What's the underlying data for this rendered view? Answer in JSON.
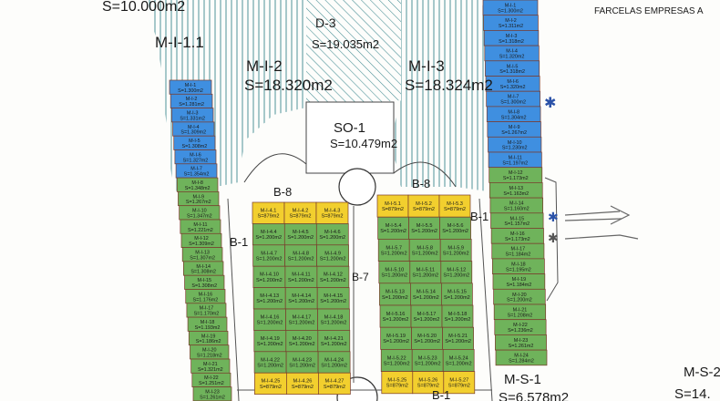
{
  "header": {
    "legend_title": "FARCELAS EMPRESAS A"
  },
  "colors": {
    "industrial_blue": "#3f8fe0",
    "plot_green": "#6fb35b",
    "corner_yellow": "#f2cf2e",
    "hatch_line": "#2f7f86",
    "road_outline": "#555555",
    "plot_border": "#7a3b2c"
  },
  "zones": {
    "top_area": "S=10.000m2",
    "mi11": "M-I-1.1",
    "d3_name": "D-3",
    "d3_area": "S=19.035m2",
    "mi2_name": "M-I-2",
    "mi2_area": "S=18.320m2",
    "mi3_name": "M-I-3",
    "mi3_area": "S=18.324m2",
    "so1_name": "SO-1",
    "so1_area": "S=10.479m2",
    "ms1_name": "M-S-1",
    "ms1_area": "S=6.578m2",
    "ms2_name": "M-S-2",
    "ms2_area": "S=14."
  },
  "roads": {
    "b8_left": "B-8",
    "b8_right": "B-8",
    "b1_left": "B-1",
    "b1_right": "B-1",
    "b7": "B-7",
    "b1_bottom": "B-1"
  },
  "left_strip": [
    {
      "t": "M-I-1",
      "s": "S=1.300m2"
    },
    {
      "t": "M-I-2",
      "s": "S=1.281m2"
    },
    {
      "t": "M-I-3",
      "s": "S=1.331m2"
    },
    {
      "t": "M-I-4",
      "s": "S=1.309m2"
    },
    {
      "t": "M-I-5",
      "s": "S=1.308m2"
    },
    {
      "t": "M-I-6",
      "s": "S=1.327m2"
    },
    {
      "t": "M-I-7",
      "s": "S=1.354m2"
    },
    {
      "t": "M-I-8",
      "s": "S=1.348m2"
    },
    {
      "t": "M-I-9",
      "s": "S=1.267m2"
    },
    {
      "t": "M-I-10",
      "s": "S=1.347m2"
    },
    {
      "t": "M-I-11",
      "s": "S=1.221m2"
    },
    {
      "t": "M-I-12",
      "s": "S=1.309m2"
    },
    {
      "t": "M-I-13",
      "s": "S=1.307m2"
    },
    {
      "t": "M-I-14",
      "s": "S=1.308m2"
    },
    {
      "t": "M-I-15",
      "s": "S=1.308m2"
    },
    {
      "t": "M-I-16",
      "s": "S=1.176m2"
    },
    {
      "t": "M-I-17",
      "s": "S=1.170m2"
    },
    {
      "t": "M-I-18",
      "s": "S=1.193m2"
    },
    {
      "t": "M-I-19",
      "s": "S=1.186m2"
    },
    {
      "t": "M-I-20",
      "s": "S=1.218m2"
    },
    {
      "t": "M-I-21",
      "s": "S=1.321m2"
    },
    {
      "t": "M-I-22",
      "s": "S=1.251m2"
    },
    {
      "t": "M-I-23",
      "s": "S=1.261m2"
    }
  ],
  "right_strip": [
    {
      "t": "M-I-1",
      "s": "S=1.300m2"
    },
    {
      "t": "M-I-2",
      "s": "S=1.311m2"
    },
    {
      "t": "M-I-3",
      "s": "S=1.318m2"
    },
    {
      "t": "M-I-4",
      "s": "S=1.320m2"
    },
    {
      "t": "M-I-5",
      "s": "S=1.318m2"
    },
    {
      "t": "M-I-6",
      "s": "S=1.320m2"
    },
    {
      "t": "M-I-7",
      "s": "S=1.300m2"
    },
    {
      "t": "M-I-8",
      "s": "S=1.304m2"
    },
    {
      "t": "M-I-9",
      "s": "S=1.267m2"
    },
    {
      "t": "M-I-10",
      "s": "S=1.230m2"
    },
    {
      "t": "M-I-11",
      "s": "S=1.197m2"
    },
    {
      "t": "M-I-12",
      "s": "S=1.173m2"
    },
    {
      "t": "M-I-13",
      "s": "S=1.163m2"
    },
    {
      "t": "M-I-14",
      "s": "S=1.160m2"
    },
    {
      "t": "M-I-15",
      "s": "S=1.157m2"
    },
    {
      "t": "M-I-16",
      "s": "S=1.173m2"
    },
    {
      "t": "M-I-17",
      "s": "S=1.184m2"
    },
    {
      "t": "M-I-18",
      "s": "S=1.195m2"
    },
    {
      "t": "M-I-19",
      "s": "S=1.184m2"
    },
    {
      "t": "M-I-20",
      "s": "S=1.200m2"
    },
    {
      "t": "M-I-21",
      "s": "S=1.208m2"
    },
    {
      "t": "M-I-22",
      "s": "S=1.236m2"
    },
    {
      "t": "M-I-23",
      "s": "S=1.261m2"
    },
    {
      "t": "M-I-24",
      "s": "S=1.284m2"
    }
  ],
  "block_left_rows": [
    [
      "M-I-4.1",
      "M-I-4.2",
      "M-I-4.3"
    ],
    [
      "M-I-4.4",
      "M-I-4.5",
      "M-I-4.6"
    ],
    [
      "M-I-4.7",
      "M-I-4.8",
      "M-I-4.9"
    ],
    [
      "M-I-4.10",
      "M-I-4.11",
      "M-I-4.12"
    ],
    [
      "M-I-4.13",
      "M-I-4.14",
      "M-I-4.15"
    ],
    [
      "M-I-4.16",
      "M-I-4.17",
      "M-I-4.18"
    ],
    [
      "M-I-4.19",
      "M-I-4.20",
      "M-I-4.21"
    ],
    [
      "M-I-4.22",
      "M-I-4.23",
      "M-I-4.24"
    ],
    [
      "M-I-4.25",
      "M-I-4.26",
      "M-I-4.27"
    ]
  ],
  "block_right_rows": [
    [
      "M-I-5.1",
      "M-I-5.2",
      "M-I-5.3"
    ],
    [
      "M-I-5.4",
      "M-I-5.5",
      "M-I-5.6"
    ],
    [
      "M-I-5.7",
      "M-I-5.8",
      "M-I-5.9"
    ],
    [
      "M-I-5.10",
      "M-I-5.11",
      "M-I-5.12"
    ],
    [
      "M-I-5.13",
      "M-I-5.14",
      "M-I-5.15"
    ],
    [
      "M-I-5.16",
      "M-I-5.17",
      "M-I-5.18"
    ],
    [
      "M-I-5.19",
      "M-I-5.20",
      "M-I-5.21"
    ],
    [
      "M-I-5.22",
      "M-I-5.23",
      "M-I-5.24"
    ],
    [
      "M-I-5.25",
      "M-I-5.26",
      "M-I-5.27"
    ]
  ],
  "block_plot_area": "S=1.200m2",
  "block_corner_area": "S=879m2"
}
